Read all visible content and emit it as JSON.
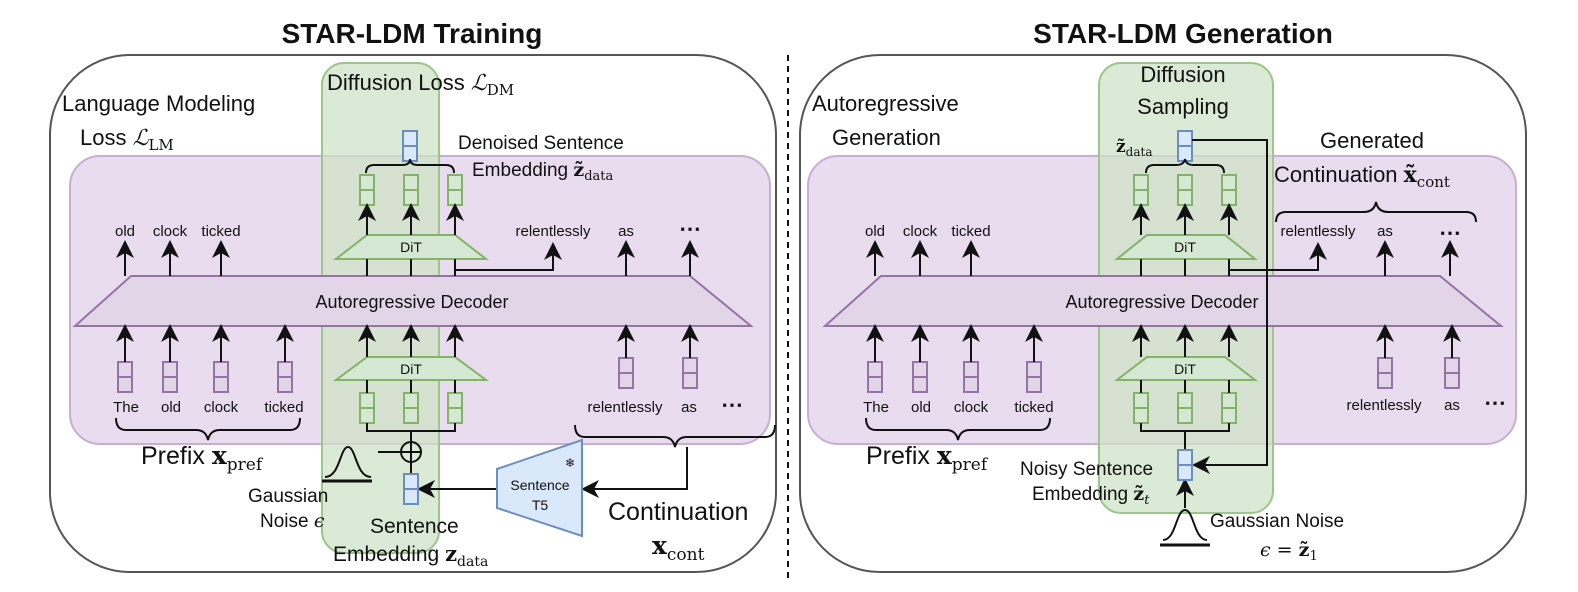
{
  "colors": {
    "outer_border": "#555555",
    "purple_fill": "#e9dcef",
    "purple_stroke": "#b596c4",
    "green_fill": "#d5e8d4",
    "green_stroke": "#82b366",
    "blue_fill": "#dae8fc",
    "blue_stroke": "#6c8ebf",
    "decoder_fill": "#e1d5e7",
    "decoder_stroke": "#9673a6"
  },
  "training": {
    "title": "STAR-LDM Training",
    "diffusion_loss_label": "Diffusion Loss",
    "diffusion_loss_symbol": "ℒ",
    "diffusion_loss_sub": "DM",
    "lm_loss_line1": "Language Modeling",
    "lm_loss_line2": "Loss",
    "lm_loss_symbol": "ℒ",
    "lm_loss_sub": "LM",
    "denoised_line1": "Denoised Sentence",
    "denoised_line2": "Embedding",
    "denoised_symbol": "z̃",
    "denoised_sub": "data",
    "decoder_label": "Autoregressive Decoder",
    "dit_label": "DiT",
    "output_tokens": [
      "old",
      "clock",
      "ticked"
    ],
    "output_cont_tokens": [
      "relentlessly",
      "as",
      "⋯"
    ],
    "input_tokens": [
      "The",
      "old",
      "clock",
      "ticked"
    ],
    "input_cont_tokens": [
      "relentlessly",
      "as",
      "⋯"
    ],
    "prefix_label": "Prefix",
    "prefix_symbol": "x",
    "prefix_sub": "pref",
    "gaussian_line1": "Gaussian",
    "gaussian_line2": "Noise",
    "gaussian_symbol": "ϵ",
    "sentence_emb_line1": "Sentence",
    "sentence_emb_line2": "Embedding",
    "sentence_emb_symbol": "z",
    "sentence_emb_sub": "data",
    "encoder_line1": "Sentence",
    "encoder_line2": "T5",
    "encoder_frozen_icon": "❄",
    "continuation_label": "Continuation",
    "continuation_symbol": "x",
    "continuation_sub": "cont",
    "plus_symbol": "⊕"
  },
  "generation": {
    "title": "STAR-LDM Generation",
    "sampling_line1": "Diffusion",
    "sampling_line2": "Sampling",
    "ar_line1": "Autoregressive",
    "ar_line2": "Generation",
    "zdata_symbol": "z̃",
    "zdata_sub": "data",
    "generated_line1": "Generated",
    "generated_line2": "Continuation",
    "generated_symbol": "x̃",
    "generated_sub": "cont",
    "decoder_label": "Autoregressive Decoder",
    "dit_label": "DiT",
    "output_tokens": [
      "old",
      "clock",
      "ticked"
    ],
    "output_cont_tokens": [
      "relentlessly",
      "as",
      "⋯"
    ],
    "input_tokens": [
      "The",
      "old",
      "clock",
      "ticked"
    ],
    "input_cont_tokens": [
      "relentlessly",
      "as",
      "⋯"
    ],
    "prefix_label": "Prefix",
    "prefix_symbol": "x",
    "prefix_sub": "pref",
    "noisy_line1": "Noisy Sentence",
    "noisy_line2": "Embedding",
    "noisy_symbol": "z̃",
    "noisy_sub": "t",
    "gaussian_line1": "Gaussian Noise",
    "gaussian_eq": "ϵ = ",
    "gaussian_symbol": "z̃",
    "gaussian_sub": "1"
  }
}
